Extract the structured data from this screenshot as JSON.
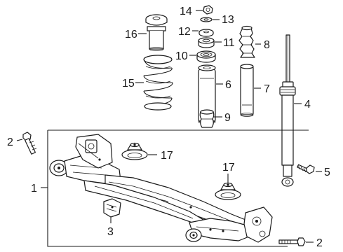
{
  "callouts": {
    "c1": "1",
    "c2a": "2",
    "c2b": "2",
    "c3": "3",
    "c4": "4",
    "c5": "5",
    "c6": "6",
    "c7": "7",
    "c8": "8",
    "c9": "9",
    "c10": "10",
    "c11": "11",
    "c12": "12",
    "c13": "13",
    "c14": "14",
    "c15": "15",
    "c16": "16",
    "c17a": "17",
    "c17b": "17"
  },
  "colors": {
    "line": "#1a1a1a",
    "fill": "#ffffff"
  }
}
